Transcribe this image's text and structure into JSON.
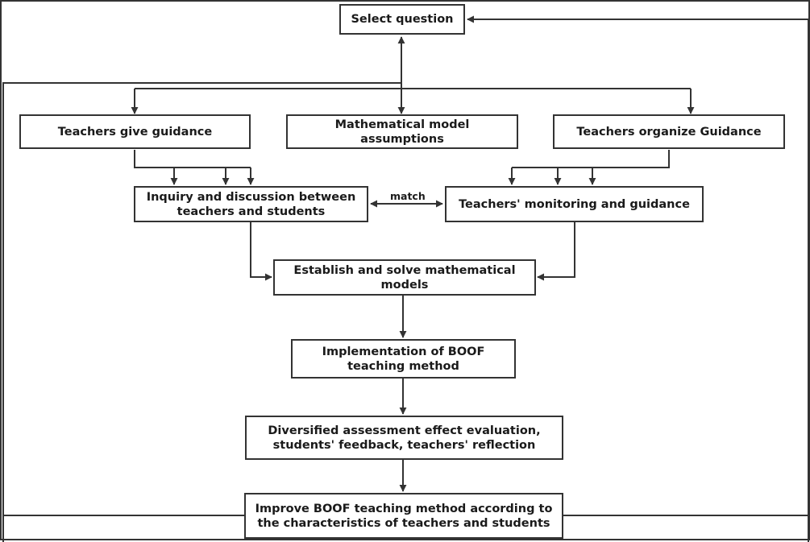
{
  "diagram": {
    "nodes": {
      "select_question": "Select question",
      "teachers_give_guidance": "Teachers give guidance",
      "mathematical_model_assumptions": "Mathematical model\nassumptions",
      "teachers_organize_guidance": "Teachers organize Guidance",
      "inquiry_discussion": "Inquiry and discussion between\nteachers and students",
      "teachers_monitoring": "Teachers' monitoring and guidance",
      "establish_solve": "Establish and solve mathematical\nmodels",
      "implementation": "Implementation of BOOF\nteaching method",
      "diversified_assessment": "Diversified assessment effect evaluation,\nstudents' feedback, teachers' reflection",
      "improve_boof": "Improve BOOF teaching method according to\nthe characteristics of teachers and students"
    },
    "edge_labels": {
      "match": "match"
    },
    "colors": {
      "line": "#333333",
      "box_border": "#333333",
      "text": "#1a1a1a"
    }
  }
}
